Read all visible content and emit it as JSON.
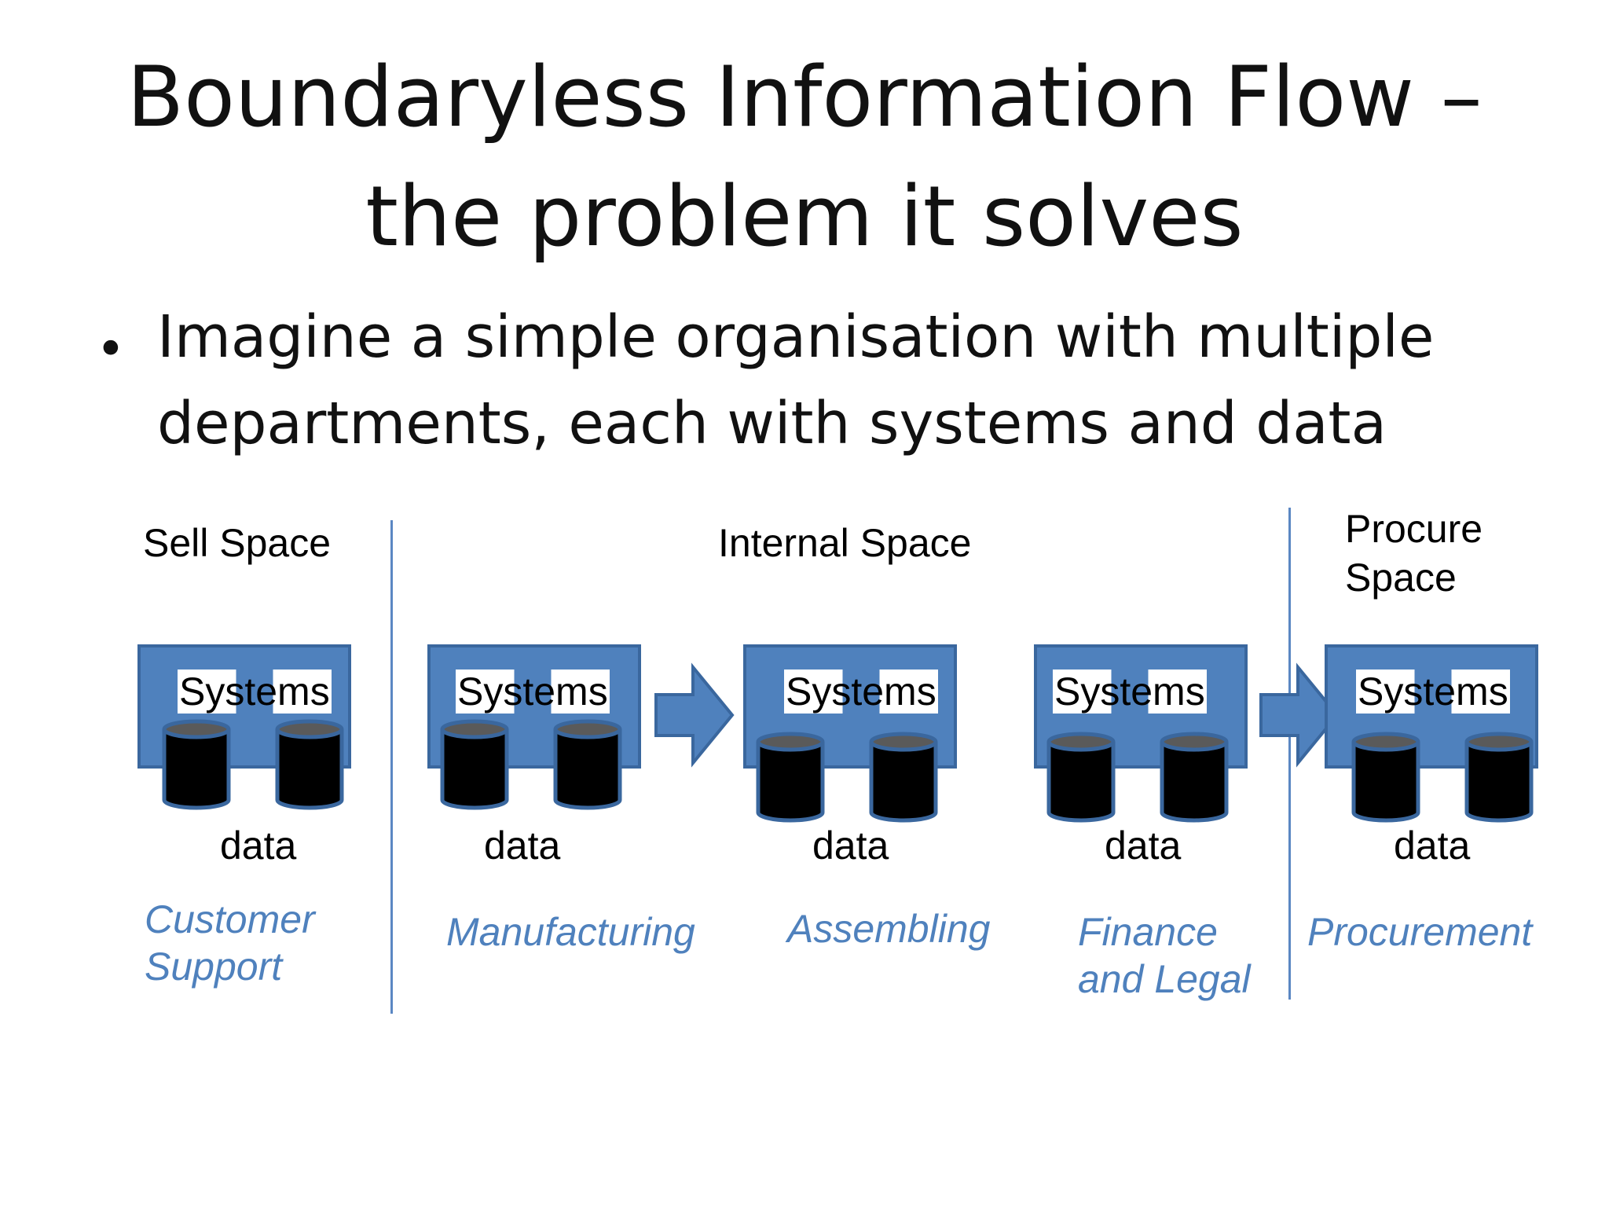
{
  "slide": {
    "title_line1": "Boundaryless Information Flow –",
    "title_line2": "the problem it solves",
    "bullet_symbol": "•",
    "bullet_line1": "Imagine a simple organisation with multiple",
    "bullet_line2": "departments, each with systems and data"
  },
  "diagram": {
    "spaces": {
      "sell": "Sell Space",
      "internal": "Internal Space",
      "procure_line1": "Procure",
      "procure_line2": "Space"
    },
    "departments": [
      {
        "systems": "Systems",
        "data": "data",
        "name_line1": "Customer",
        "name_line2": "Support"
      },
      {
        "systems": "Systems",
        "data": "data",
        "name_line1": "Manufacturing",
        "name_line2": ""
      },
      {
        "systems": "Systems",
        "data": "data",
        "name_line1": "Assembling",
        "name_line2": ""
      },
      {
        "systems": "Systems",
        "data": "data",
        "name_line1": "Finance",
        "name_line2": "and Legal"
      },
      {
        "systems": "Systems",
        "data": "data",
        "name_line1": "Procurement",
        "name_line2": ""
      }
    ],
    "colors": {
      "box_fill": "#4f81bd",
      "box_border": "#3a679e",
      "cylinder": "#000000",
      "divider": "#5b87c3",
      "dept_text": "#4f81bd"
    }
  }
}
